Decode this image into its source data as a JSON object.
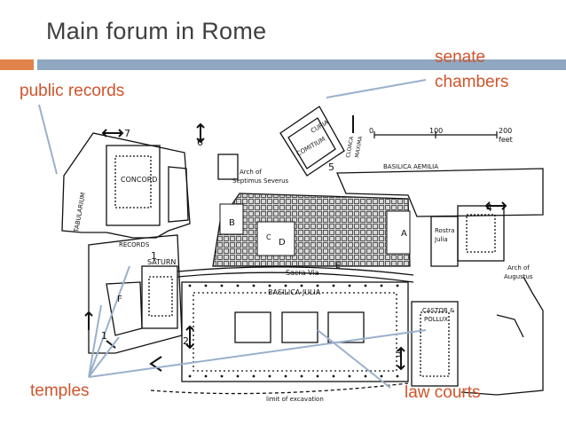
{
  "slide": {
    "title": "Main forum in Rome",
    "accent_color": "#e0824a",
    "bar_color": "#8fa7c0",
    "annotation_color": "#d0542b"
  },
  "annotations": {
    "public_records": "public records",
    "senate": "senate",
    "chambers": "chambers",
    "temples": "temples",
    "law_courts": "law courts"
  },
  "map": {
    "labels": {
      "concord": "CONCORD",
      "tabularium": "TABULARIUM",
      "records": "RECORDS",
      "saturn": "SATURN",
      "curia": "CURIA",
      "comitium": "COMITIUM",
      "cloaca": "CLOACA",
      "maxima": "MAXIMA",
      "basilica_aemilia": "BASILICA AEMILIA",
      "arch_of": "Arch of",
      "septimus": "Septimus Severus",
      "sacra_via": "Sacra Via",
      "basilica_julia": "BASILICA JULIA",
      "rostra": "Rostra",
      "julia": "Julia",
      "arch_of2": "Arch of",
      "augustus": "Augustus",
      "castor": "CASTOR &",
      "pollux": "POLLUX",
      "limit": "limit of excavation",
      "letter_a": "A",
      "letter_b": "B",
      "letter_c": "C",
      "letter_d": "D",
      "letter_e": "E",
      "letter_f": "F",
      "n1a": "1",
      "n1b": "1",
      "n2": "2",
      "n3": "3",
      "n4": "4",
      "n5": "5",
      "n6": "6",
      "n7": "7",
      "scale_0": "0",
      "scale_100": "100",
      "scale_200": "200",
      "scale_unit": "feet"
    }
  }
}
